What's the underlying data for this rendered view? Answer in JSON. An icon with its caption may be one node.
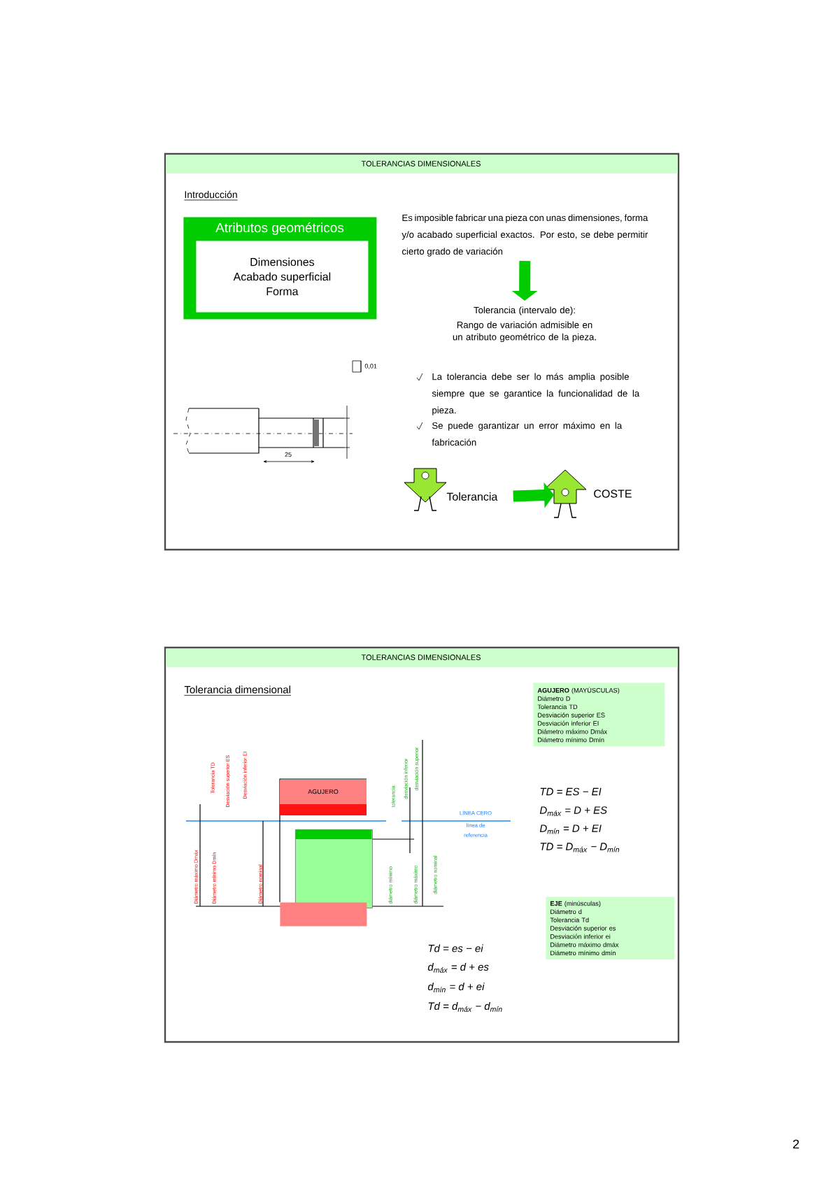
{
  "diagram": {
    "nodes": [
      {
        "text": [
          "Atributos geométricos"
        ]
      },
      {
        "text": [
          "Dimensiones",
          "Acabado superficial",
          "Forma"
        ],
        "in": 0
      },
      {
        "text": [
          "Es imposible fabricar una pieza con unas dimensiones, forma y/o acabado superficial exactos. Por esto, se debe permitir cierto grado de variación"
        ]
      },
      {
        "text": [
          "Tolerancia (intervalo de):",
          "Rango de variación admisible en un atributo geométrico de la pieza."
        ]
      },
      {
        "text": [
          "Tolerancia"
        ]
      },
      {
        "text": [
          "COSTE"
        ]
      },
      {
        "text": [
          "AGUJERO"
        ]
      },
      {
        "text": [],
        "shape": "box"
      },
      {
        "text": [],
        "shape": "box"
      },
      {
        "text": [
          "**AGUJERO** (MAYÚSCULAS)",
          "Diámetro D",
          "Tolerancia TD",
          "Desviación superior ES",
          "Desviación inferior EI",
          "Diámetro máximo Dmáx",
          "Diámetro mínimo Dmín"
        ]
      },
      {
        "text": [
          "**EJE** (minúsculas)",
          "Diámetro d",
          "Tolerancia Td",
          "Desviación superior es",
          "Desviación inferior ei",
          "Diámetro máximo dmáx",
          "Diámetro mínimo dmín"
        ]
      }
    ],
    "edges": [
      {
        "from": 2,
        "to": 3,
        "arrow": "to"
      },
      {
        "from": 4,
        "to": 5,
        "arrow": "to"
      }
    ],
    "labels": [
      "TOLERANCIAS DIMENSIONALES",
      "Introducción",
      "0,01",
      "25",
      "La tolerancia debe ser lo más amplia posible siempre que se garantice la funcionalidad de la pieza.",
      "Se puede garantizar un error máximo en la fabricación",
      "TOLERANCIAS DIMENSIONALES",
      "Tolerancia dimensional",
      "Tolerancia TD",
      "Desviación superior ES",
      "Desviación inferior EI",
      "Diámetro máximo Dmáx",
      "Diámetro mínimo Dmín",
      "Diámetro nominal",
      "tolerancia",
      "desviación inferior",
      "desviación superior",
      "diámetro mínimo",
      "diámetro máximo",
      "diámetro nominal",
      "LÍNEA CERO",
      "línea de",
      "referencia",
      "TD = ES − EI",
      "D$_{máx}$ = D + ES",
      "D$_{mín}$ = D + EI",
      "TD = D$_{máx}$ − D$_{mín}$",
      "Td = es − ei",
      "d$_{máx}$ = d + es",
      "d$_{mín}$ = d + ei",
      "Td = d$_{máx}$ − d$_{mín}$",
      "2"
    ]
  }
}
